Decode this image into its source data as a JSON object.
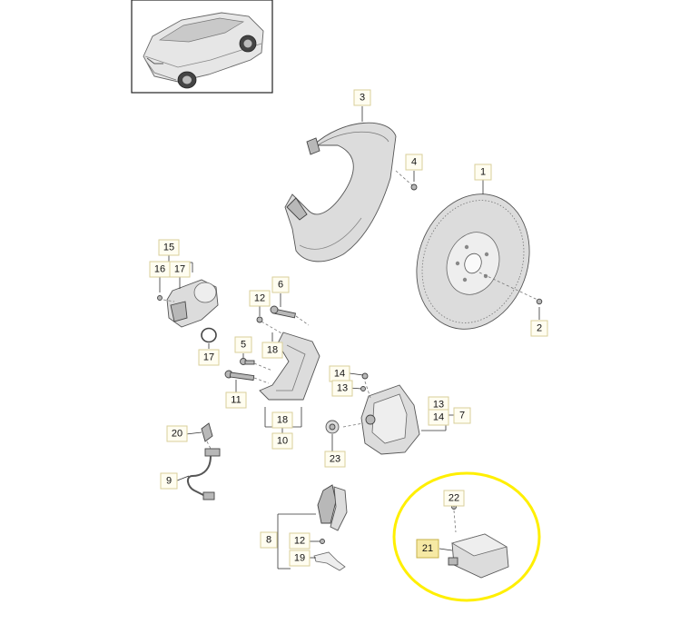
{
  "highlight_color": "#ffef00",
  "vehicle_inset": {
    "icon": "suv-vehicle-icon"
  },
  "callouts": {
    "disc": "1",
    "disc_screw": "2",
    "splash_shield": "3",
    "shield_screw": "4",
    "bracket_bolt_5": "5",
    "bolt_6": "6",
    "caliper_group": "7",
    "brake_pads": "8",
    "wear_sensor": "9",
    "carrier": "10",
    "carrier_bolt": "11",
    "bolt_12_upper": "12",
    "bolt_12_lower": "12",
    "bolt_13_top": "13",
    "bolt_13_group": "13",
    "bolt_14_top": "14",
    "bolt_14_group": "14",
    "parking_actuator": "15",
    "actuator_screw": "16",
    "actuator_17_top": "17",
    "oring_17": "17",
    "bracket_18_upper": "18",
    "bracket_18_lower": "18",
    "pad_spring": "19",
    "sensor_clip": "20",
    "control_unit": "21",
    "control_unit_screw": "22",
    "bleed_cap": "23"
  }
}
